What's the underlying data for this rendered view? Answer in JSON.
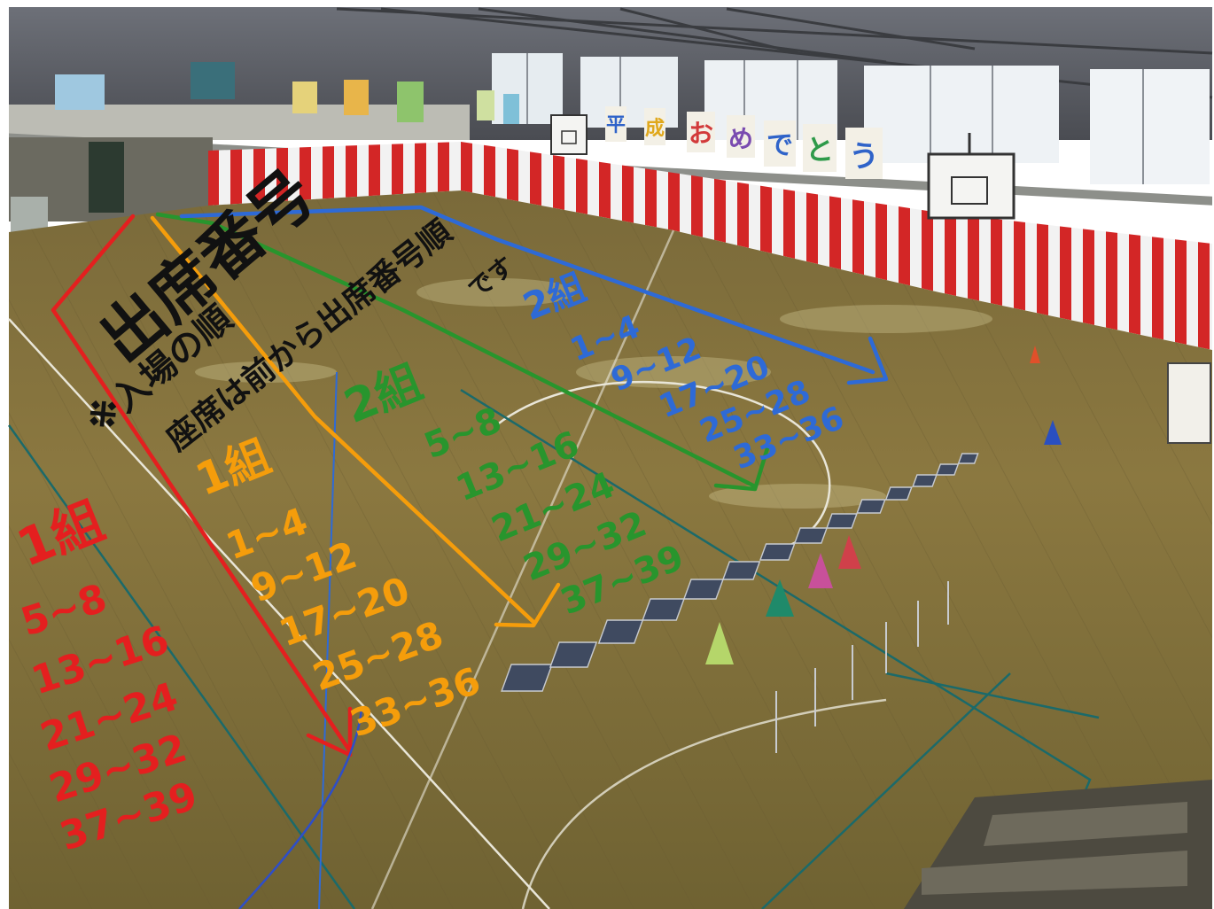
{
  "photo": {
    "banner": {
      "letters": [
        "平",
        "成",
        "お",
        "め",
        "で",
        "と",
        "う"
      ],
      "letter_colors": [
        "#2f63c9",
        "#e0a81c",
        "#d23a3a",
        "#7a4bb0",
        "#2f63c9",
        "#2e9a4a",
        "#2f63c9"
      ]
    }
  },
  "annotation": {
    "title": "出席番号",
    "note_line1": "※入場の順",
    "note_line2": "座席は前から出席番号順",
    "note_line3": "です",
    "colors": {
      "red": "#e41f1f",
      "orange": "#f59d0b",
      "green": "#28952d",
      "blue": "#2e6ad6"
    },
    "red_group": {
      "label": "1組",
      "rows": [
        "5~8",
        "13~16",
        "21~24",
        "29~32",
        "37~39"
      ]
    },
    "orange_group": {
      "label": "1組",
      "rows": [
        "1~4",
        "9~12",
        "17~20",
        "25~28",
        "33~36"
      ]
    },
    "green_group": {
      "label": "2組",
      "rows": [
        "5~8",
        "13~16",
        "21~24",
        "29~32",
        "37~39"
      ]
    },
    "blue_group": {
      "label": "2組",
      "rows": [
        "1~4",
        "9~12",
        "17~20",
        "25~28",
        "33~36"
      ]
    }
  }
}
